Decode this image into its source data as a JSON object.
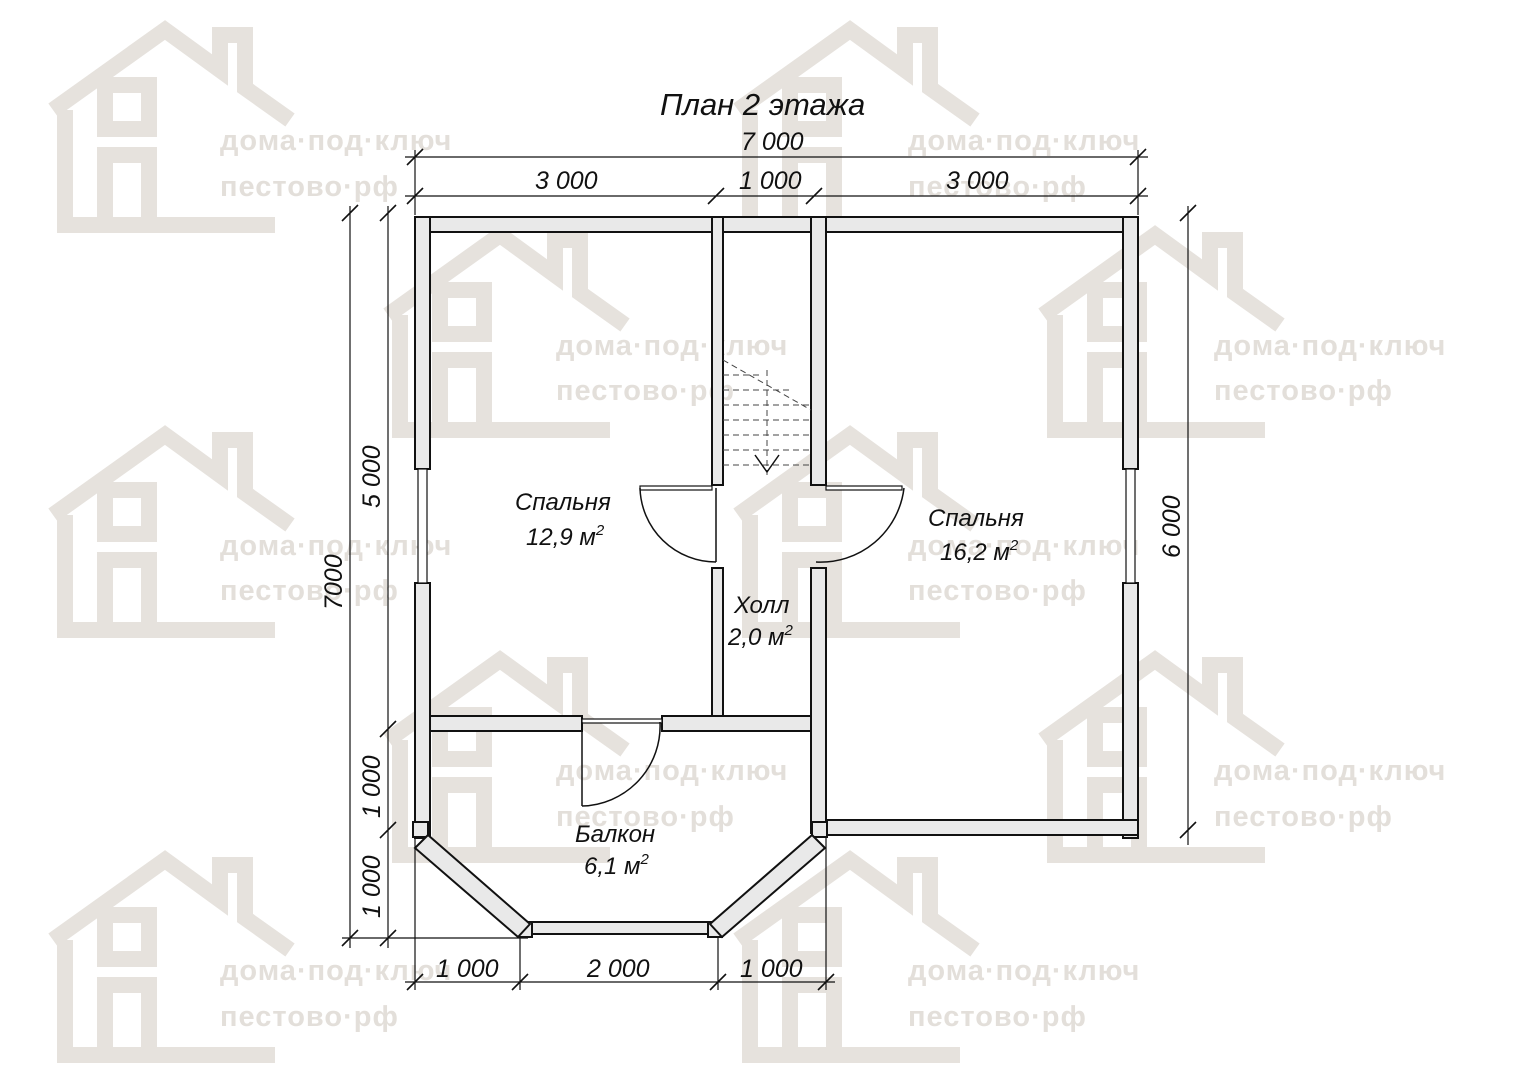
{
  "title": "План 2 этажа",
  "watermark": {
    "line1": "дома·под·ключ",
    "line2": "пестово·рф"
  },
  "dimensions": {
    "top_total": "7 000",
    "top_left": "3 000",
    "top_mid": "1 000",
    "top_right": "3 000",
    "left_total": "7000",
    "left_a": "5 000",
    "left_b": "1 000",
    "left_c": "1 000",
    "right_total": "6 000",
    "bottom_left": "1 000",
    "bottom_mid": "2 000",
    "bottom_right": "1 000"
  },
  "rooms": {
    "bedroom_left": {
      "name": "Спальня",
      "area": "12,9 м",
      "unit_sup": "2"
    },
    "bedroom_right": {
      "name": "Спальня",
      "area": "16,2 м",
      "unit_sup": "2"
    },
    "hall": {
      "name": "Холл",
      "area": "2,0 м",
      "unit_sup": "2"
    },
    "balcony": {
      "name": "Балкон",
      "area": "6,1 м",
      "unit_sup": "2"
    }
  },
  "colors": {
    "wall_fill": "#e9e9e9",
    "line": "#111111",
    "watermark": "#e6e2dd"
  }
}
